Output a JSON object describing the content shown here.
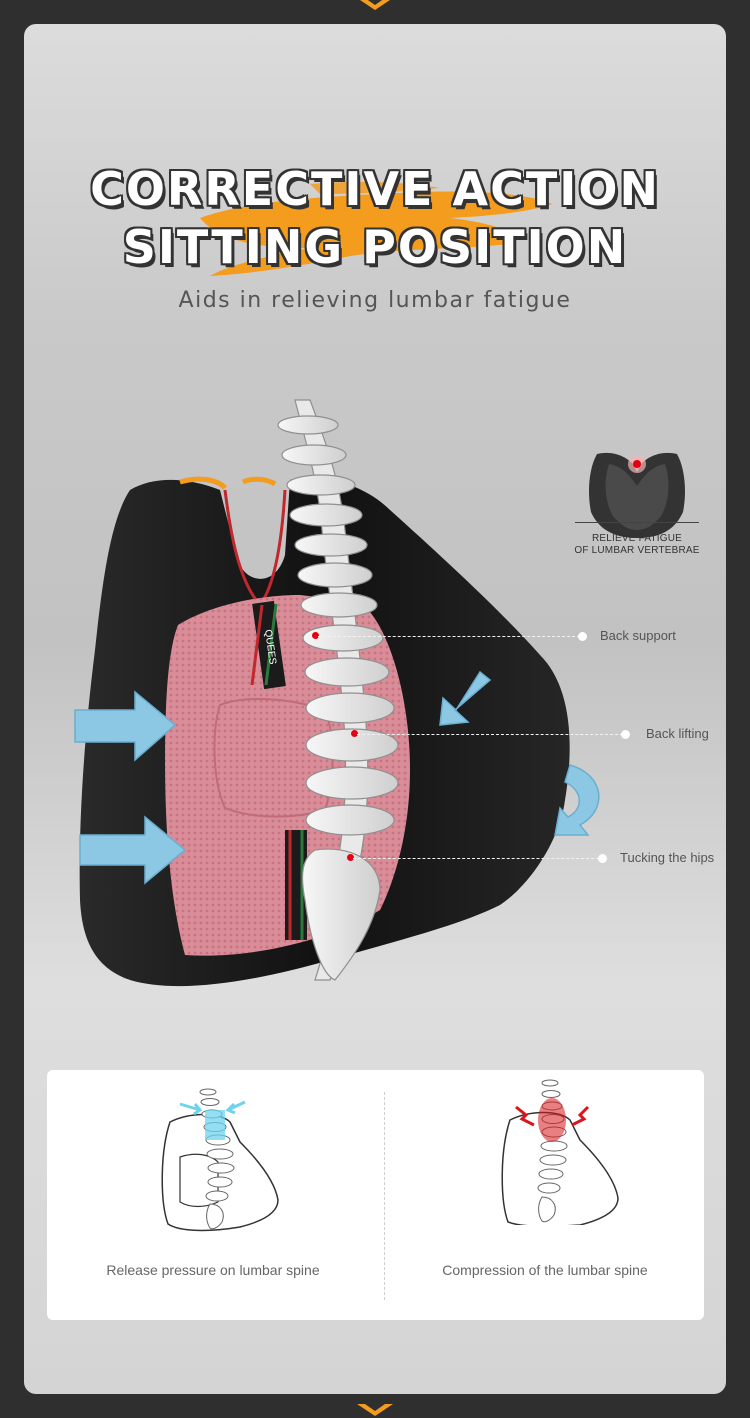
{
  "header": {
    "title_line1": "CORRECTIVE ACTION",
    "title_line2": "SITTING POSITION",
    "subtitle": "Aids in relieving lumbar fatigue"
  },
  "badge": {
    "line1": "RELIEVE FATIGUE",
    "line2": "OF LUMBAR VERTEBRAE"
  },
  "product": {
    "strap_text": "QUEES"
  },
  "callouts": [
    {
      "label": "Back support"
    },
    {
      "label": "Back lifting"
    },
    {
      "label": "Tucking the hips"
    }
  ],
  "comparison": {
    "left_caption": "Release pressure on lumbar spine",
    "right_caption": "Compression of the lumbar spine"
  },
  "colors": {
    "accent_orange": "#f39c1d",
    "mesh_pink": "#d98d99",
    "cushion_black": "#1b1b1b",
    "arrow_blue": "#8cc7e3",
    "marker_red": "#e60012",
    "relief_cyan": "#6fd3ee",
    "pain_red": "#d8161b"
  }
}
